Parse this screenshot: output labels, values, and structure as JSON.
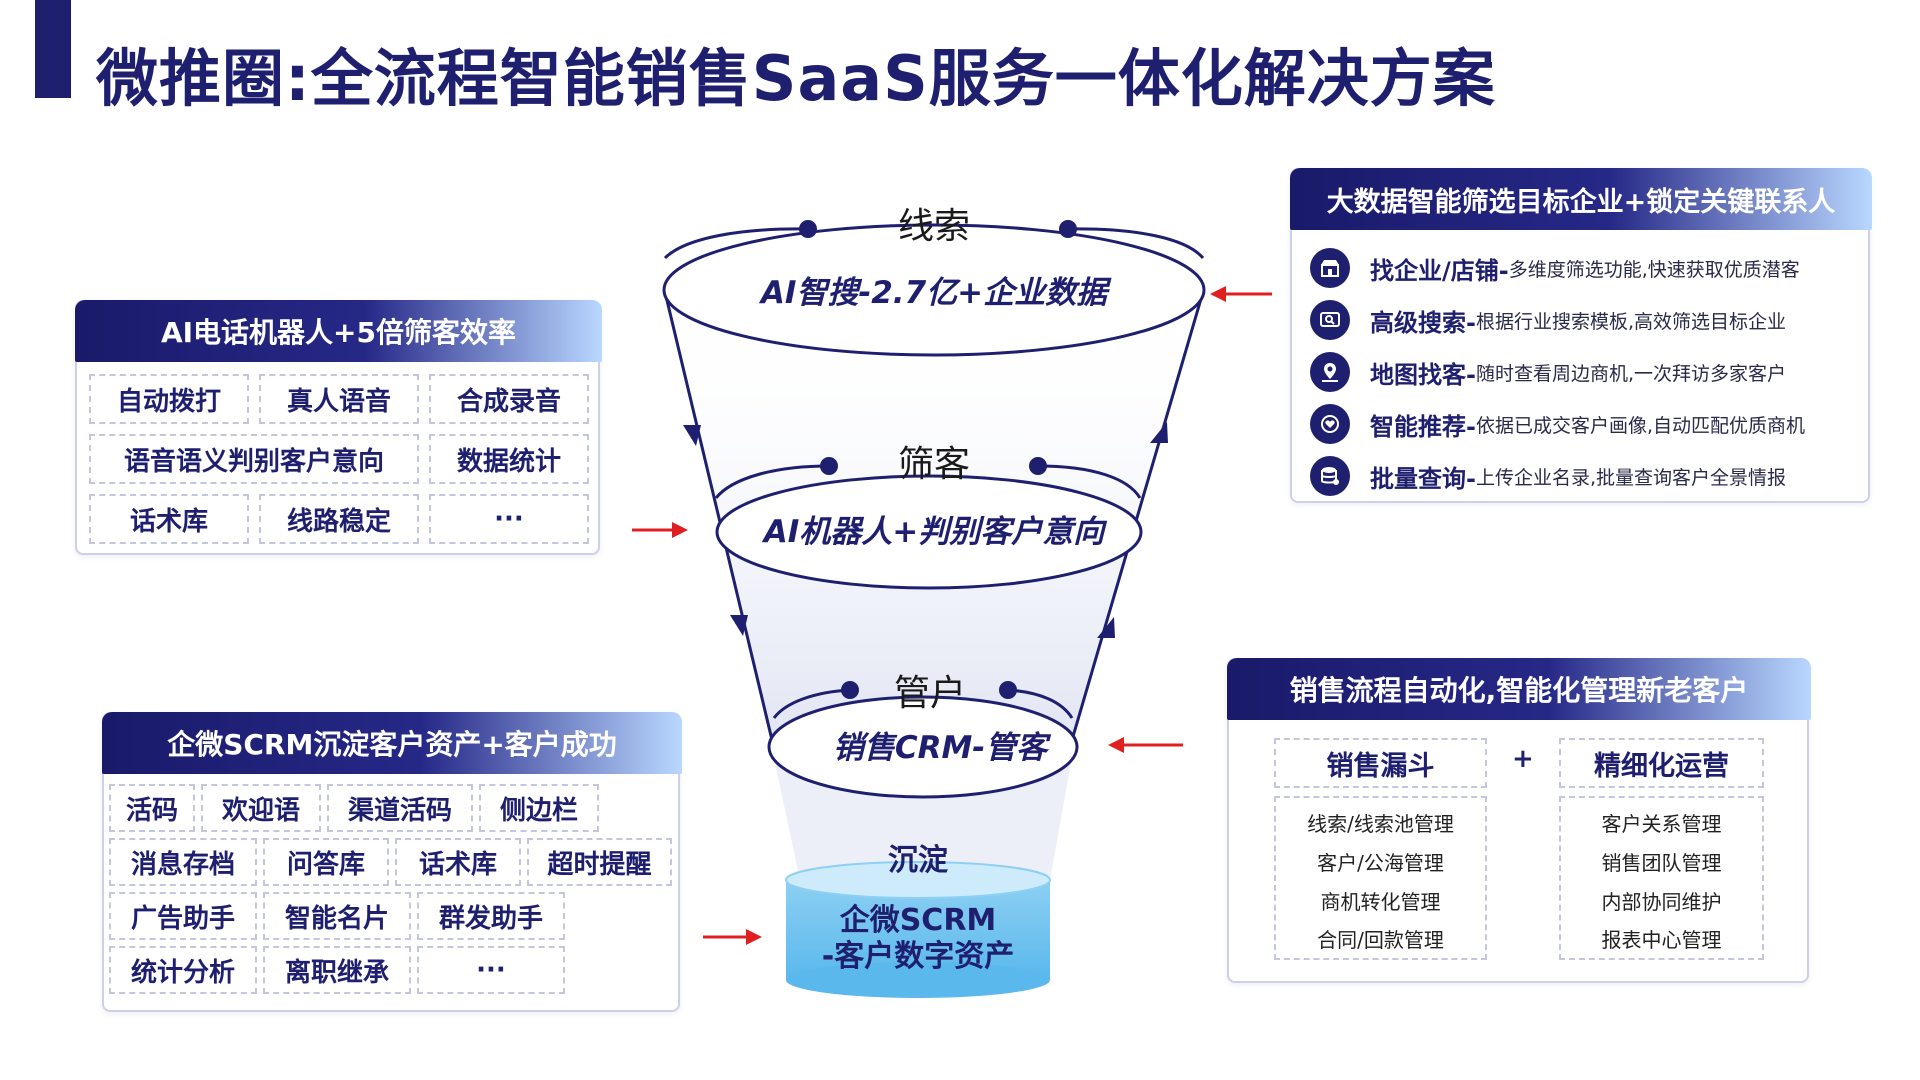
{
  "title": "微推圈:全流程智能销售SaaS服务一体化解决方案",
  "funnel": {
    "stage1_label": "线索",
    "stage1_text": "AI智搜-2.7亿+企业数据",
    "stage2_label": "筛客",
    "stage2_text": "AI机器人+判别客户意向",
    "stage3_label": "管户",
    "stage3_text": "销售CRM-管客",
    "base_label": "沉淀",
    "base_line1": "企微SCRM",
    "base_line2": "-客户数字资产"
  },
  "ai_phone": {
    "title": "AI电话机器人+5倍筛客效率",
    "items": [
      "自动拨打",
      "真人语音",
      "合成录音",
      "语音语义判别客户意向",
      "数据统计",
      "话术库",
      "线路稳定",
      "···"
    ]
  },
  "scrm": {
    "title": "企微SCRM沉淀客户资产+客户成功",
    "items": [
      "活码",
      "欢迎语",
      "渠道活码",
      "侧边栏",
      "消息存档",
      "问答库",
      "话术库",
      "超时提醒",
      "广告助手",
      "智能名片",
      "群发助手",
      "统计分析",
      "离职继承",
      "···"
    ]
  },
  "bigdata": {
    "title": "大数据智能筛选目标企业+锁定关键联系人",
    "features": [
      {
        "title": "找企业/店铺-",
        "desc": "多维度筛选功能,快速获取优质潜客",
        "icon": "store-icon"
      },
      {
        "title": "高级搜索-",
        "desc": "根据行业搜索模板,高效筛选目标企业",
        "icon": "search-icon"
      },
      {
        "title": "地图找客-",
        "desc": "随时查看周边商机,一次拜访多家客户",
        "icon": "map-icon"
      },
      {
        "title": "智能推荐-",
        "desc": "依据已成交客户画像,自动匹配优质商机",
        "icon": "heart-icon"
      },
      {
        "title": "批量查询-",
        "desc": "上传企业名录,批量查询客户全景情报",
        "icon": "database-icon"
      }
    ]
  },
  "sales": {
    "title": "销售流程自动化,智能化管理新老客户",
    "plus": "+",
    "left_head": "销售漏斗",
    "left_items": [
      "线索/线索池管理",
      "客户/公海管理",
      "商机转化管理",
      "合同/回款管理"
    ],
    "right_head": "精细化运营",
    "right_items": [
      "客户关系管理",
      "销售团队管理",
      "内部协同维护",
      "报表中心管理"
    ]
  },
  "colors": {
    "navy": "#1e1f6e",
    "arrow_red": "#e02020",
    "cyl_blue": "#6ec3ef",
    "cyl_top": "#bfe6fb"
  }
}
